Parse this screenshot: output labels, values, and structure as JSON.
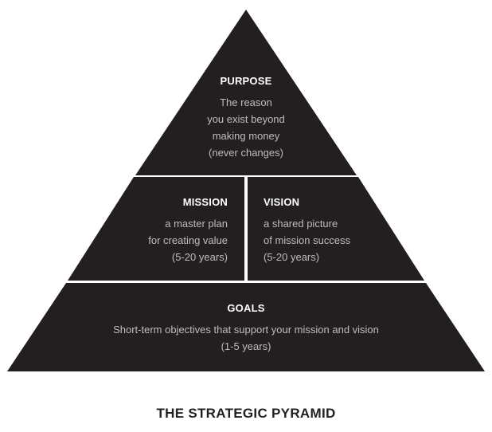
{
  "title": "THE STRATEGIC PYRAMID",
  "colors": {
    "tier_fill": "#231f20",
    "divider": "#ffffff",
    "heading_text": "#ffffff",
    "body_text": "#bdbdbd",
    "title_text": "#231f20"
  },
  "purpose": {
    "heading": "PURPOSE",
    "lines": [
      "The reason",
      "you exist beyond",
      "making money",
      "(never changes)"
    ]
  },
  "mission": {
    "heading": "MISSION",
    "lines": [
      "a master plan",
      "for creating value",
      "(5-20 years)"
    ]
  },
  "vision": {
    "heading": "VISION",
    "lines": [
      "a shared picture",
      "of mission success",
      "(5-20 years)"
    ]
  },
  "goals": {
    "heading": "GOALS",
    "lines": [
      "Short-term objectives that support your mission and vision",
      "(1-5 years)"
    ]
  }
}
